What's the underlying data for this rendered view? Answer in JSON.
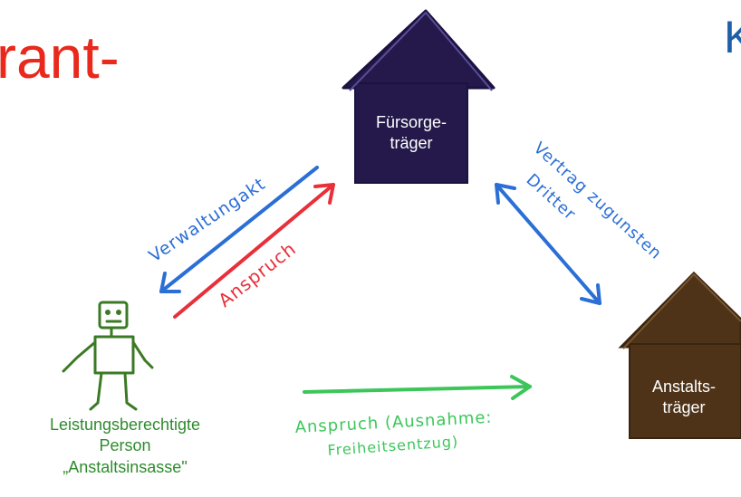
{
  "slide": {
    "title_fragment": "rant-",
    "title_fragment_color": "#e8291c",
    "title_right_fragment": "K",
    "title_right_color": "#1f5fa8"
  },
  "nodes": {
    "fuersorgetraeger": {
      "line1": "Fürsorge-",
      "line2": "träger",
      "fill": "#24194a"
    },
    "anstaltstraeger": {
      "line1": "Anstalts-",
      "line2": "träger",
      "fill": "#4e3318"
    },
    "person": {
      "line1": "Leistungsberechtigte",
      "line2": "Person",
      "line3": "„Anstaltsinsasse\"",
      "text_color": "#2e8b2e",
      "figure_color": "#3b7a24"
    }
  },
  "edges": {
    "verwaltungsakt": {
      "label": "Verwaltungakt",
      "color": "#2b6fd6"
    },
    "anspruch_red": {
      "label": "Anspruch",
      "color": "#e8303a"
    },
    "vertrag": {
      "label_line1": "Vertrag zugunsten",
      "label_line2": "Dritter",
      "color": "#2b6fd6"
    },
    "anspruch_green": {
      "label_line1": "Anspruch (Ausnahme:",
      "label_line2": "Freiheitsentzug)",
      "color": "#3cc65a"
    }
  }
}
